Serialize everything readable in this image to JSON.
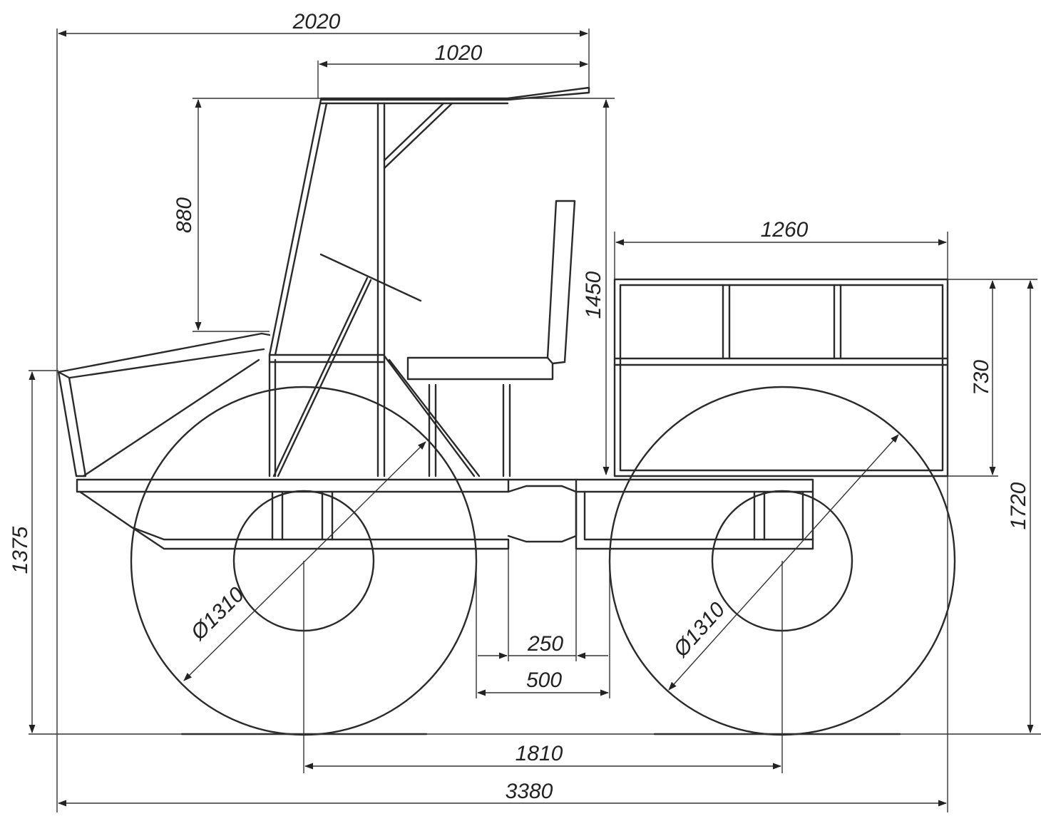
{
  "colors": {
    "line": "#2a2a2a",
    "background": "#ffffff"
  },
  "dimensions": {
    "overall_cab_length": "2020",
    "roof_length": "1020",
    "cab_height": "880",
    "floor_to_roof": "1450",
    "cargo_box_length": "1260",
    "cargo_box_height": "730",
    "overall_height": "1720",
    "hood_height": "1375",
    "wheel_diameter_front": "Ø1310",
    "wheel_diameter_rear": "Ø1310",
    "hitch_length": "250",
    "hitch_span": "500",
    "wheelbase": "1810",
    "overall_length": "3380"
  }
}
